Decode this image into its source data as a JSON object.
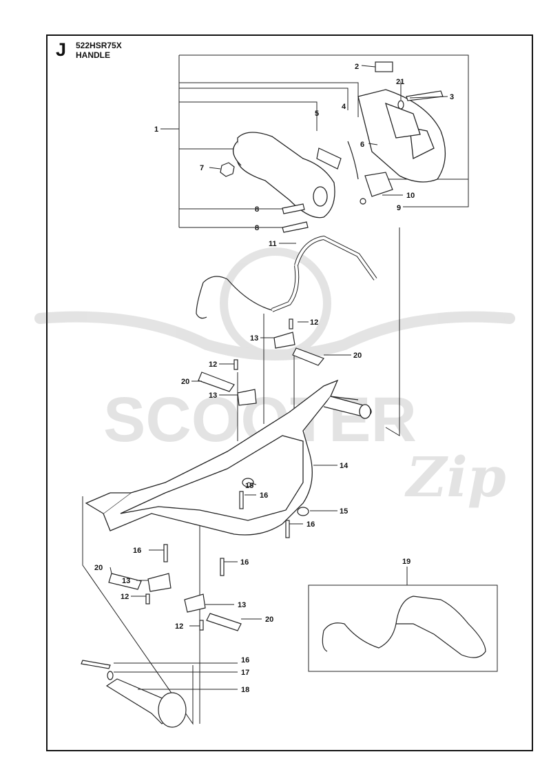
{
  "header": {
    "section_letter": "J",
    "model": "522HSR75X",
    "title": "HANDLE"
  },
  "watermark": {
    "text_1": "SCOOTER",
    "text_2": "Zip"
  },
  "callouts": [
    {
      "id": "c1",
      "label": "1"
    },
    {
      "id": "c2",
      "label": "2"
    },
    {
      "id": "c3",
      "label": "3"
    },
    {
      "id": "c4",
      "label": "4"
    },
    {
      "id": "c5",
      "label": "5"
    },
    {
      "id": "c6",
      "label": "6"
    },
    {
      "id": "c7",
      "label": "7"
    },
    {
      "id": "c8a",
      "label": "8"
    },
    {
      "id": "c8b",
      "label": "8"
    },
    {
      "id": "c9",
      "label": "9"
    },
    {
      "id": "c10",
      "label": "10"
    },
    {
      "id": "c11",
      "label": "11"
    },
    {
      "id": "c12a",
      "label": "12"
    },
    {
      "id": "c12b",
      "label": "12"
    },
    {
      "id": "c12c",
      "label": "12"
    },
    {
      "id": "c12d",
      "label": "12"
    },
    {
      "id": "c13a",
      "label": "13"
    },
    {
      "id": "c13b",
      "label": "13"
    },
    {
      "id": "c13c",
      "label": "13"
    },
    {
      "id": "c13d",
      "label": "13"
    },
    {
      "id": "c14",
      "label": "14"
    },
    {
      "id": "c15a",
      "label": "15"
    },
    {
      "id": "c15b",
      "label": "15"
    },
    {
      "id": "c16a",
      "label": "16"
    },
    {
      "id": "c16b",
      "label": "16"
    },
    {
      "id": "c16c",
      "label": "16"
    },
    {
      "id": "c16d",
      "label": "16"
    },
    {
      "id": "c16e",
      "label": "16"
    },
    {
      "id": "c17",
      "label": "17"
    },
    {
      "id": "c18",
      "label": "18"
    },
    {
      "id": "c19",
      "label": "19"
    },
    {
      "id": "c20a",
      "label": "20"
    },
    {
      "id": "c20b",
      "label": "20"
    },
    {
      "id": "c20c",
      "label": "20"
    },
    {
      "id": "c20d",
      "label": "20"
    },
    {
      "id": "c21",
      "label": "21"
    }
  ]
}
